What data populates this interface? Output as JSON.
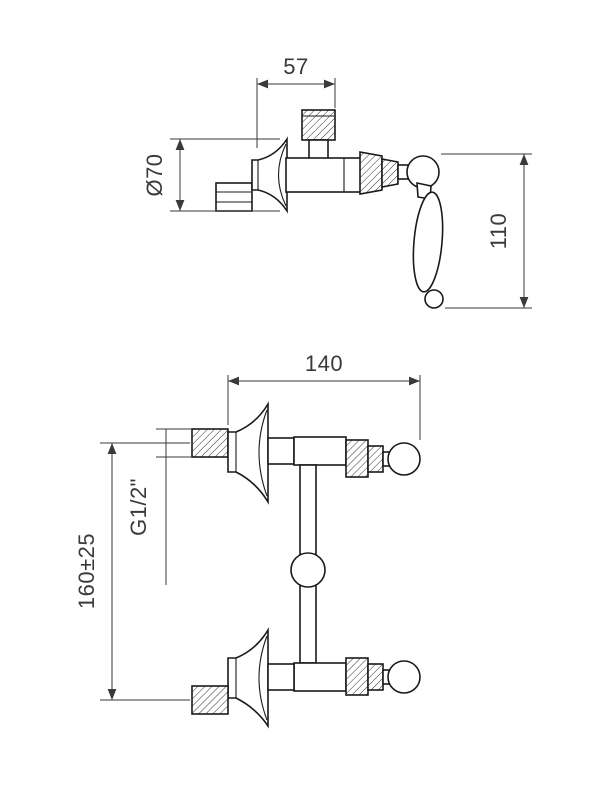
{
  "drawing": {
    "kind": "technical-dimension-drawing",
    "side_view": {
      "dim_offset": "57",
      "dim_flange_diameter": "Ø70",
      "dim_handle_length": "110"
    },
    "front_view": {
      "dim_width": "140",
      "thread_label": "G1/2\"",
      "dim_inlet_spacing": "160±25"
    },
    "colors": {
      "line": "#1a1a1a",
      "dimension": "#3a3a3a",
      "background": "#ffffff"
    }
  }
}
